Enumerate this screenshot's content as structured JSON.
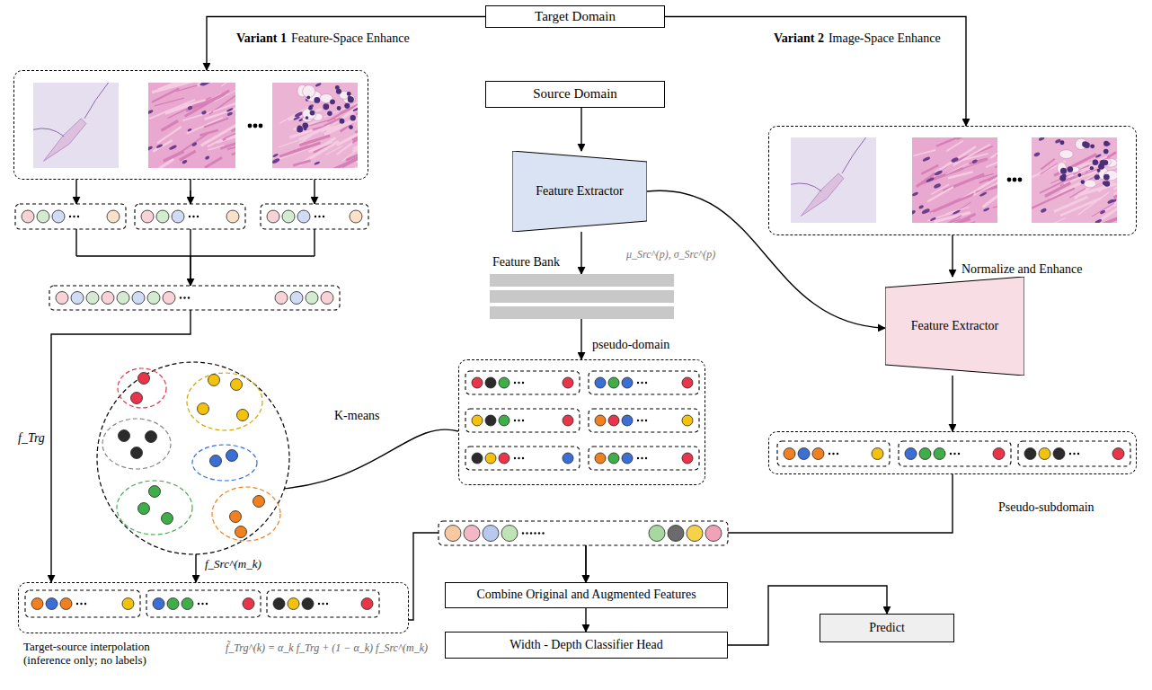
{
  "diagram": {
    "nodes": [
      {
        "text": [
          "Target Domain"
        ]
      },
      {
        "text": [
          "Variant 1",
          "Feature-Space Enhance"
        ]
      },
      {
        "text": [
          "Variant 2",
          "Image-Space Enhance"
        ]
      },
      {
        "text": [
          "Source Domain"
        ]
      },
      {
        "text": [
          "Feature Extractor"
        ]
      },
      {
        "text": [
          "Feature Bank",
          "μ_Src^(p), σ_Src^(p)"
        ]
      },
      {
        "text": [
          "Feature Extractor"
        ]
      },
      {
        "text": [
          "pseudo-domain"
        ]
      },
      {
        "text": [
          "Pseudo-subdomain"
        ]
      },
      {
        "text": [
          "Target-source interpolation (inference only; no labels)",
          "f̃_Trg^(k) = α_k f_Trg + (1 − α_k) f_Src^(m_k)"
        ]
      },
      {
        "text": [
          "Combine Original and Augmented Features"
        ]
      },
      {
        "text": [
          "Width - Depth Classifier Head"
        ]
      },
      {
        "text": [
          "Predict"
        ]
      }
    ],
    "edges": [
      {
        "from": 0,
        "to": 1,
        "arrow": "to"
      },
      {
        "from": 0,
        "to": 2,
        "arrow": "to"
      },
      {
        "from": 3,
        "to": 4,
        "arrow": "to"
      },
      {
        "from": 4,
        "to": 5,
        "arrow": "to"
      },
      {
        "from": 4,
        "to": 6,
        "arrow": "to"
      },
      {
        "from": 2,
        "to": 6,
        "label": "Normalize and Enhance",
        "arrow": "to"
      },
      {
        "from": 6,
        "to": 8,
        "arrow": "to"
      },
      {
        "from": 5,
        "to": 7,
        "arrow": "to"
      },
      {
        "from": 7,
        "to": 9,
        "label": "K-means",
        "arrow": "to"
      },
      {
        "from": 1,
        "to": 9,
        "label": "f_Trg",
        "arrow": "to"
      },
      {
        "from": 9,
        "to": 10,
        "arrow": "to"
      },
      {
        "from": 8,
        "to": 10,
        "arrow": "to"
      },
      {
        "from": 10,
        "to": 11,
        "arrow": "to"
      },
      {
        "from": 11,
        "to": 12,
        "arrow": "to"
      }
    ],
    "labels": [
      "f_Src^(m_k)"
    ]
  }
}
